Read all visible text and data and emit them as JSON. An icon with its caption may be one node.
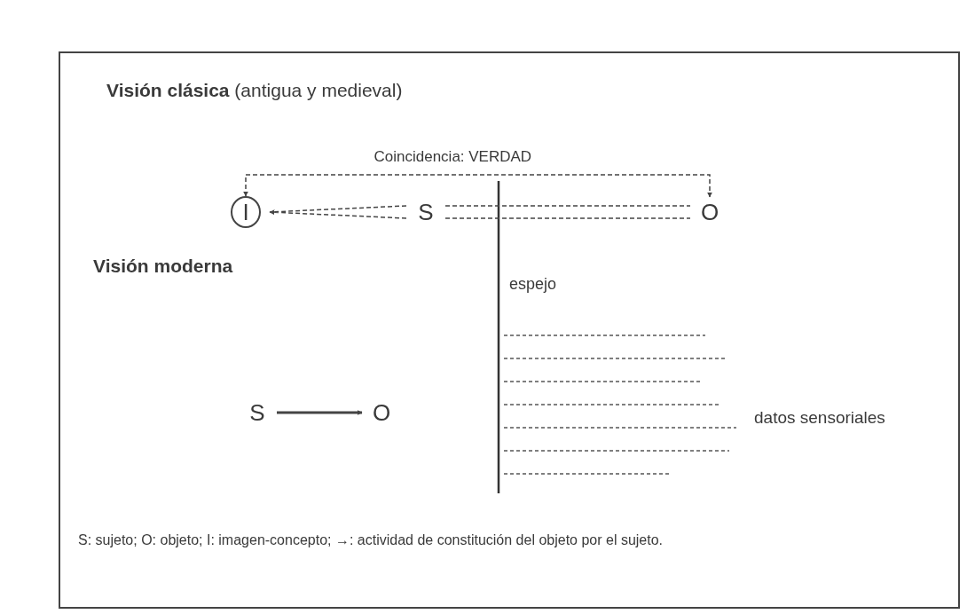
{
  "diagram": {
    "caption": "S: sujeto; O: objeto; I: imagen-concepto; →: actividad de constitución del objeto por el sujeto.",
    "nodes": [
      {
        "text": [
          "I"
        ]
      },
      {
        "text": [
          "S"
        ]
      },
      {
        "text": [
          "O"
        ]
      },
      {
        "text": [
          "S"
        ]
      },
      {
        "text": [
          "O"
        ]
      }
    ],
    "edges": [
      {
        "from": 0,
        "to": 2,
        "arrow": "both",
        "style": "dashed",
        "label": "Coincidencia: VERDAD"
      },
      {
        "from": 1,
        "to": 0,
        "arrow": "to",
        "style": "dashed"
      },
      {
        "from": 1,
        "to": 2,
        "arrow": "none",
        "style": "dashed"
      },
      {
        "from": 3,
        "to": 4,
        "arrow": "to"
      }
    ],
    "labels": [
      "**Visión clásica** (antigua y medieval)",
      "Visión moderna",
      "espejo",
      "datos sensoriales"
    ]
  }
}
